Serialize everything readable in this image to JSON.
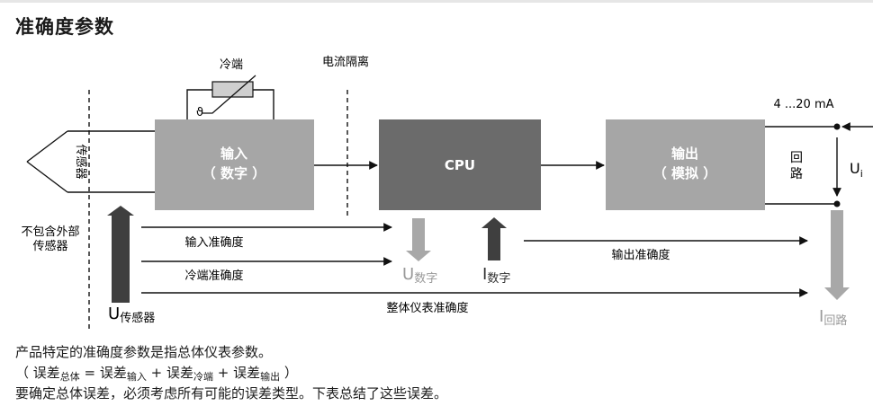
{
  "title": "准确度参数",
  "diagram": {
    "cold_junction": "冷端",
    "theta": "ϑ",
    "isolation": "电流隔离",
    "sensor": "传感器",
    "excluded_sensor_line1": "不包含外部",
    "excluded_sensor_line2": "传感器",
    "input_block_line1": "输入",
    "input_block_line2": "（ 数字 ）",
    "cpu_block": "CPU",
    "output_block_line1": "输出",
    "output_block_line2": "（ 模拟 ）",
    "current_range": "4 ...20 mA",
    "loop_label_1": "回",
    "loop_label_2": "路",
    "ui_main": "U",
    "ui_sub": "i",
    "input_accuracy": "输入准确度",
    "cold_junction_accuracy": "冷端准确度",
    "overall_accuracy": "整体仪表准确度",
    "output_accuracy": "输出准确度",
    "u_digital_main": "U",
    "u_digital_sub": "数字",
    "i_digital_main": "I",
    "i_digital_sub": "数字",
    "u_sensor_main": "U",
    "u_sensor_sub": "传感器",
    "i_loop_main": "I",
    "i_loop_sub": "回路"
  },
  "colors": {
    "input_block": "#a6a6a6",
    "cpu_block": "#6b6b6b",
    "output_block": "#a6a6a6",
    "dark_arrow": "#3f3f3f",
    "light_arrow": "#a8a8a8"
  },
  "caption": {
    "line1": "产品特定的准确度参数是指总体仪表参数。",
    "line2_open": "（ 误差",
    "line2_total": "总体",
    "line2_eq": " = 误差",
    "line2_input": "输入",
    "line2_plus1": " + 误差",
    "line2_cold": "冷端",
    "line2_plus2": " + 误差",
    "line2_output": "输出",
    "line2_close": " ）",
    "line3": "要确定总体误差，必须考虑所有可能的误差类型。下表总结了这些误差。"
  }
}
